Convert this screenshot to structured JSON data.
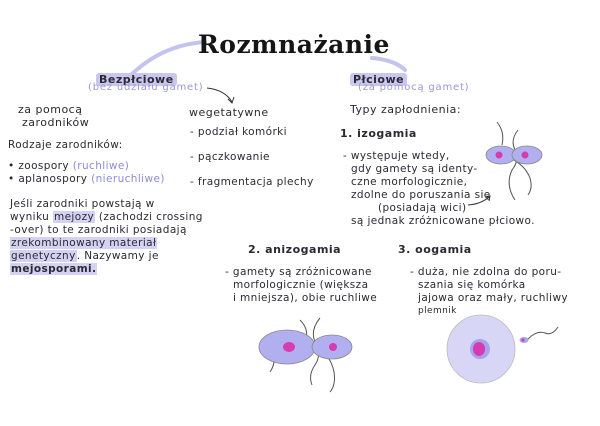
{
  "title": "Rozmnażanie",
  "left": {
    "heading": "Bezpłciowe",
    "subheading": "(bez udziału gamet)",
    "col1_heading": [
      "za pomocą",
      "zarodników"
    ],
    "spores_label": "Rodzaje zarodników:",
    "spores": [
      {
        "name": "zoospory",
        "note": "(ruchliwe)"
      },
      {
        "name": "aplanospory",
        "note": "(nieruchliwe)"
      }
    ],
    "meiosis": {
      "l1": "Jeśli zarodniki powstają w",
      "l2a": "wyniku",
      "l2b": "mejozy",
      "l2c": "(zachodzi crossing",
      "l3": "-over) to te zarodniki posiadają",
      "l4": "zrekombinowany materiał",
      "l5a": "genetyczny",
      "l5b": ". Nazywamy je",
      "l6": "mejosporami."
    },
    "col2_heading": "wegetatywne",
    "vegetative": [
      "- podział komórki",
      "- pączkowanie",
      "- fragmentacja plechy"
    ]
  },
  "right": {
    "heading": "Płciowe",
    "subheading": "(za pomocą gamet)",
    "types_label": "Typy zapłodnienia:",
    "iso": {
      "title": "1. izogamia",
      "lines": [
        "- występuje wtedy,",
        "gdy gamety są identy-",
        "czne morfologicznie,",
        "zdolne do poruszania się",
        "(posiadają wici)",
        "są jednak zróżnicowane płciowo."
      ]
    },
    "aniso": {
      "title": "2. anizogamia",
      "lines": [
        "- gamety są zróżnicowane",
        "morfologicznie (większa",
        "i mniejsza), obie ruchliwe"
      ]
    },
    "oo": {
      "title": "3. oogamia",
      "lines": [
        "- duża, nie zdolna do poru-",
        "szania się komórka",
        "jajowa oraz mały, ruchliwy",
        "plemnik"
      ]
    }
  },
  "colors": {
    "accent": "#b7b4ec",
    "highlight": "#c9c7ef",
    "nucleus": "#d63bb0",
    "cell": "#b2aff0"
  }
}
